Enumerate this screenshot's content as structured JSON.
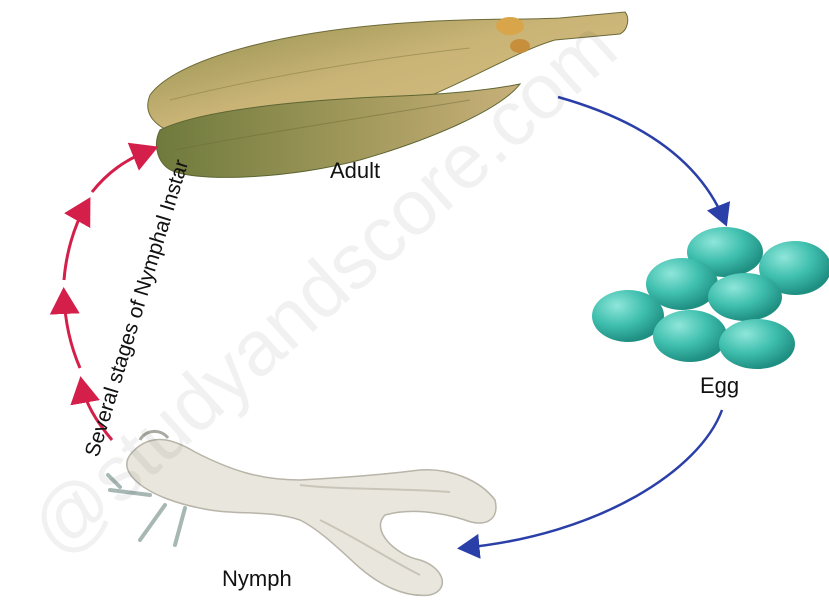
{
  "labels": {
    "adult": "Adult",
    "egg": "Egg",
    "nymph": "Nymph",
    "instar": "Several stages of Nymphal Instar"
  },
  "watermark": "@studyandscore.com",
  "colors": {
    "forward_arrow": "#2b3fa8",
    "instar_arrow": "#d41f4a",
    "egg": "#3fbfae",
    "adult_wing": "#b4a66a",
    "nymph_body": "#e9e6de"
  },
  "icons": {
    "adult": "planthopper-adult-image",
    "egg": "egg-cluster-image",
    "nymph": "nymph-image"
  }
}
